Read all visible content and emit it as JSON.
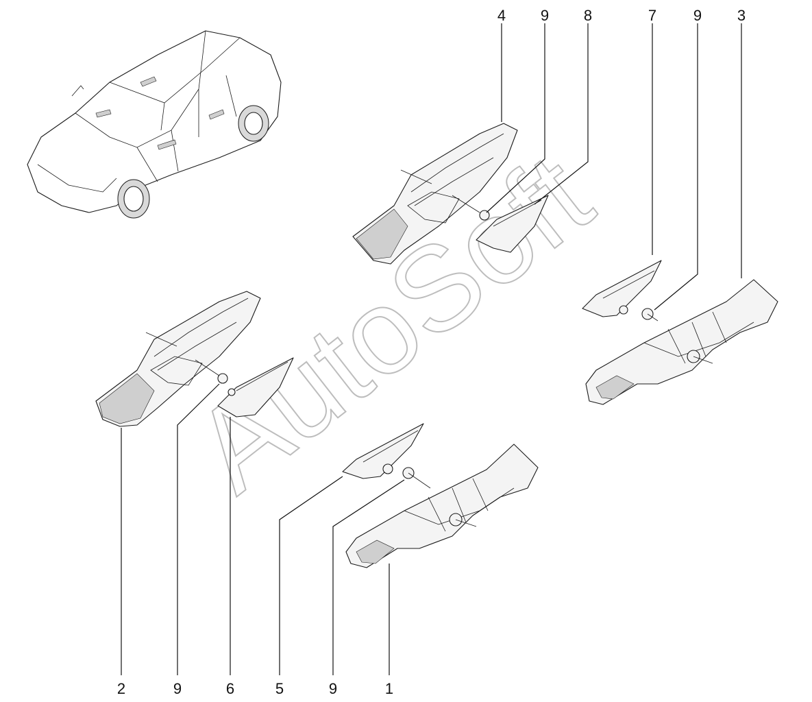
{
  "watermark": "AutoSoft",
  "callouts": {
    "top": [
      "4",
      "9",
      "8",
      "7",
      "9",
      "3"
    ],
    "bottom": [
      "2",
      "9",
      "6",
      "5",
      "9",
      "1"
    ]
  },
  "colors": {
    "ink": "#111111",
    "watermark": "#bdbdbd",
    "background": "#ffffff"
  }
}
